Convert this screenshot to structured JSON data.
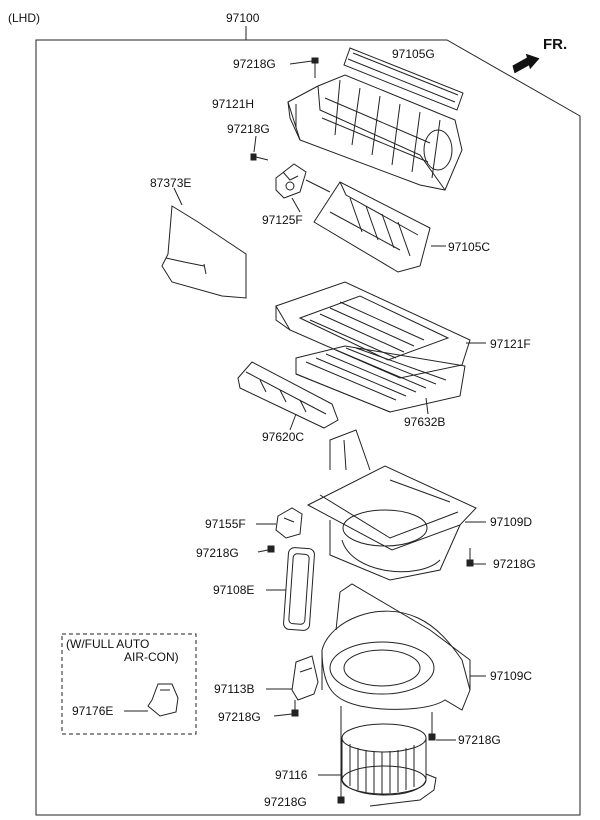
{
  "variant": "(LHD)",
  "assembly_number": "97100",
  "direction": "FR.",
  "optional_box": {
    "line1": "(W/FULL AUTO",
    "line2": "AIR-CON)"
  },
  "callouts": {
    "c97218G_a": "97218G",
    "c97105G": "97105G",
    "c97121H": "97121H",
    "c97218G_b": "97218G",
    "c87373E": "87373E",
    "c97125F": "97125F",
    "c97105C": "97105C",
    "c97121F": "97121F",
    "c97632B": "97632B",
    "c97620C": "97620C",
    "c97155F": "97155F",
    "c97109D": "97109D",
    "c97218G_c": "97218G",
    "c97218G_d": "97218G",
    "c97108E": "97108E",
    "c97176E": "97176E",
    "c97113B": "97113B",
    "c97109C": "97109C",
    "c97218G_e": "97218G",
    "c97218G_f": "97218G",
    "c97116": "97116",
    "c97218G_g": "97218G"
  }
}
